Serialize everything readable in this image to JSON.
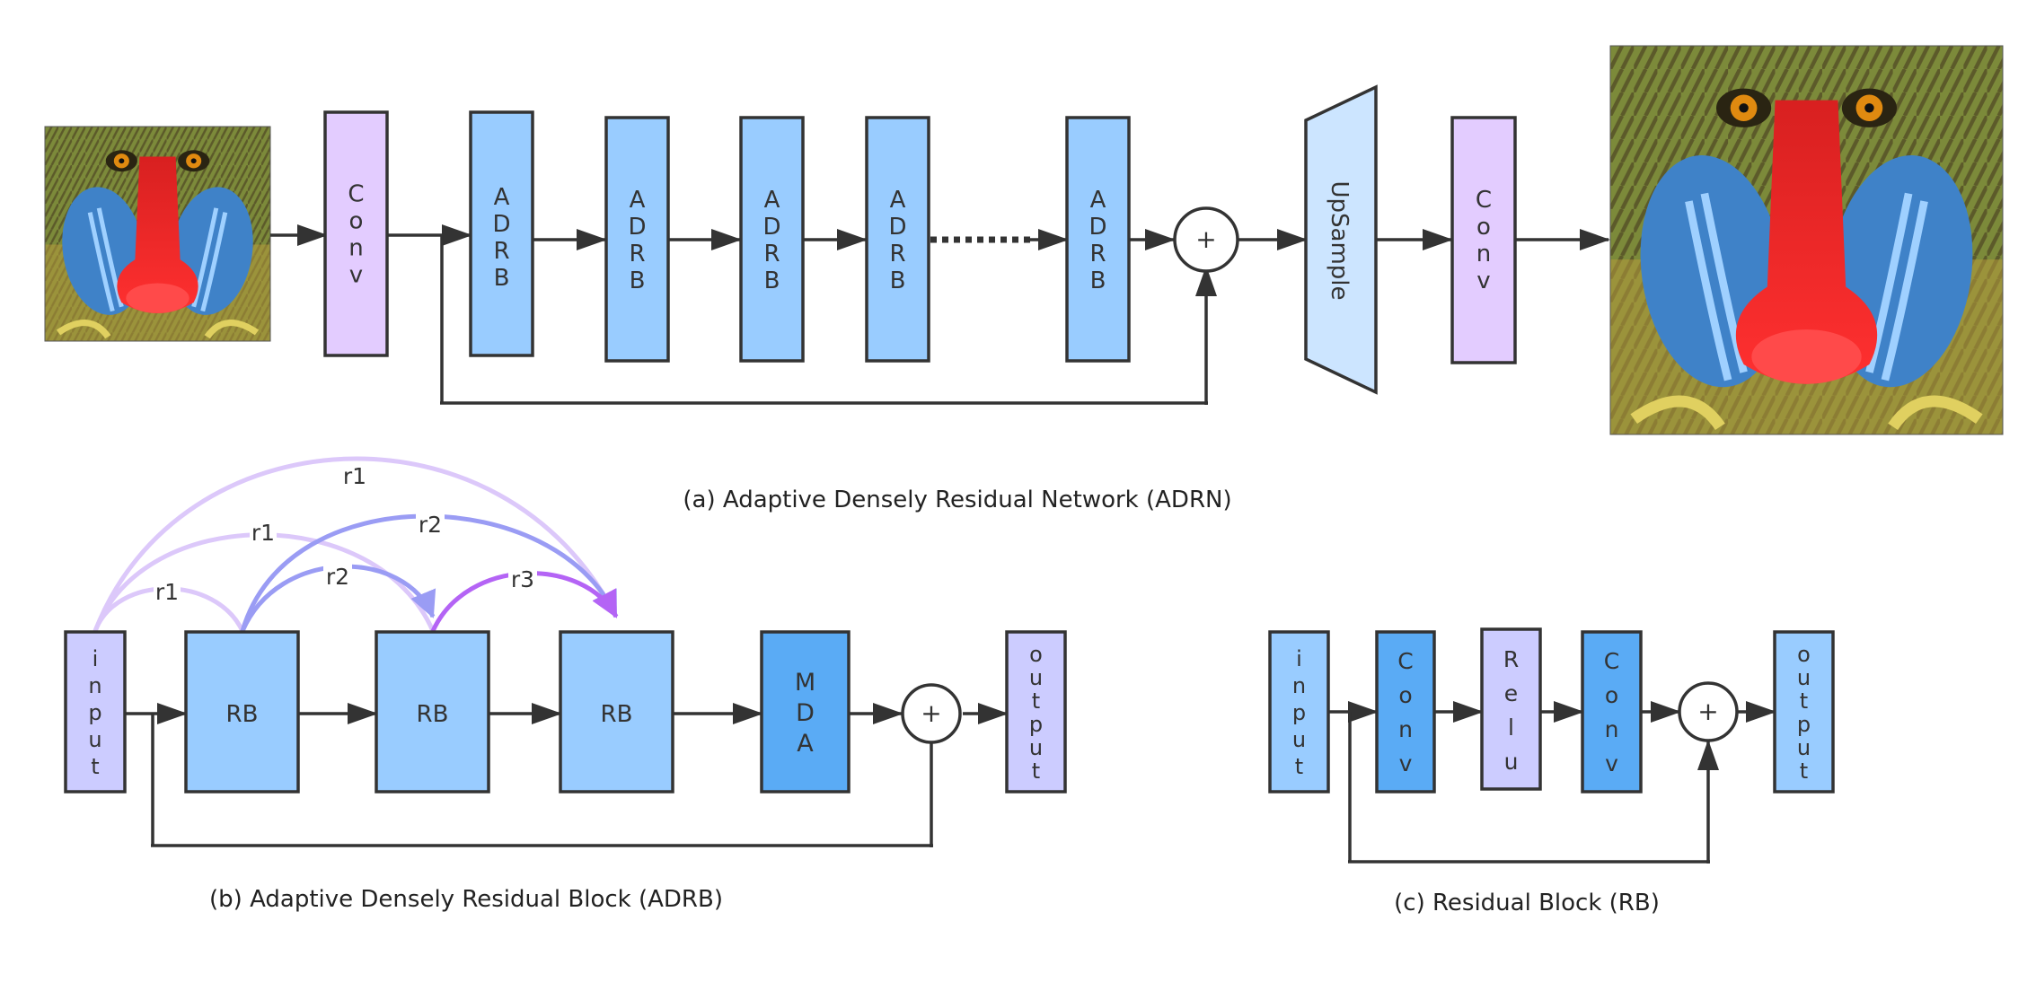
{
  "colors": {
    "conv_purple": "#e3ccff",
    "adrb_blue": "#99ccff",
    "mda_blue": "#5aabf5",
    "lavender": "#ccccff",
    "upsample_blue": "#cce5ff",
    "r1": "#dcc8fa",
    "r2": "#9a9cf4",
    "r3": "#b464f5"
  },
  "net": {
    "conv1": "Conv",
    "adrb_1": "ADRB",
    "adrb_2": "ADRB",
    "adrb_3": "ADRB",
    "adrb_4": "ADRB",
    "adrb_5": "ADRB",
    "add": "+",
    "upsample": "UpSample",
    "conv2": "Conv",
    "caption": "(a) Adaptive Densely Residual Network (ADRN)"
  },
  "adrb": {
    "input": "input",
    "rb_1": "RB",
    "rb_2": "RB",
    "rb_3": "RB",
    "mda": "MDA",
    "add": "+",
    "output": "output",
    "links": {
      "r1_outer": "r1",
      "r1_mid": "r1",
      "r1_inner": "r1",
      "r2_outer": "r2",
      "r2_inner": "r2",
      "r3": "r3"
    },
    "caption": "(b) Adaptive Densely Residual  Block (ADRB)"
  },
  "rb": {
    "input": "input",
    "conv1": "Conv",
    "relu": "Relu",
    "conv2": "Conv",
    "add": "+",
    "output": "output",
    "caption": "(c) Residual  Block (RB)"
  }
}
